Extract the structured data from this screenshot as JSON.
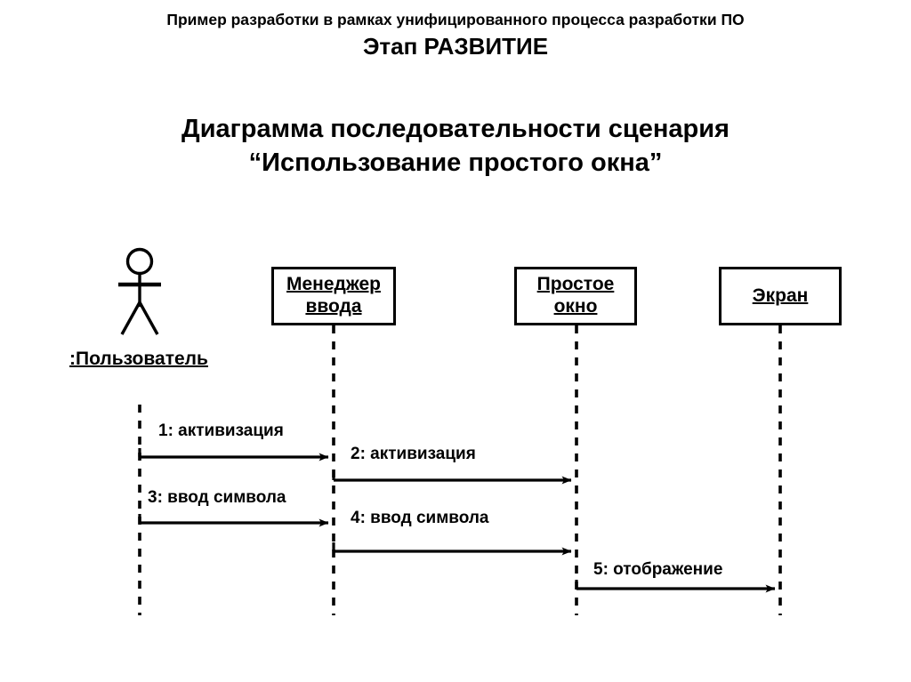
{
  "header": {
    "subject_line": "Пример разработки в рамках унифицированного процесса разработки ПО",
    "stage_line": "Этап РАЗВИТИЕ"
  },
  "diagram": {
    "title_line_1": "Диаграмма последовательности сценария",
    "title_line_2": "“Использование простого окна”",
    "type": "uml-sequence-diagram",
    "actor": {
      "icon": "stick-figure-actor-icon",
      "label": ":Пользователь"
    },
    "participants": [
      {
        "label_line_1": "Менеджер",
        "label_line_2": "ввода"
      },
      {
        "label_line_1": "Простое",
        "label_line_2": "окно"
      },
      {
        "label_line_1": "Экран",
        "label_line_2": ""
      }
    ],
    "messages": [
      {
        "label": "1: активизация",
        "from": ":Пользователь",
        "to": "Менеджер ввода"
      },
      {
        "label": "2: активизация",
        "from": "Менеджер ввода",
        "to": "Простое окно"
      },
      {
        "label": "3: ввод символа",
        "from": ":Пользователь",
        "to": "Менеджер ввода"
      },
      {
        "label": "4: ввод символа",
        "from": "Менеджер ввода",
        "to": "Простое окно"
      },
      {
        "label": "5: отображение",
        "from": "Простое окно",
        "to": "Экран"
      }
    ],
    "colors": {
      "ink": "#000000",
      "background": "#ffffff"
    }
  }
}
